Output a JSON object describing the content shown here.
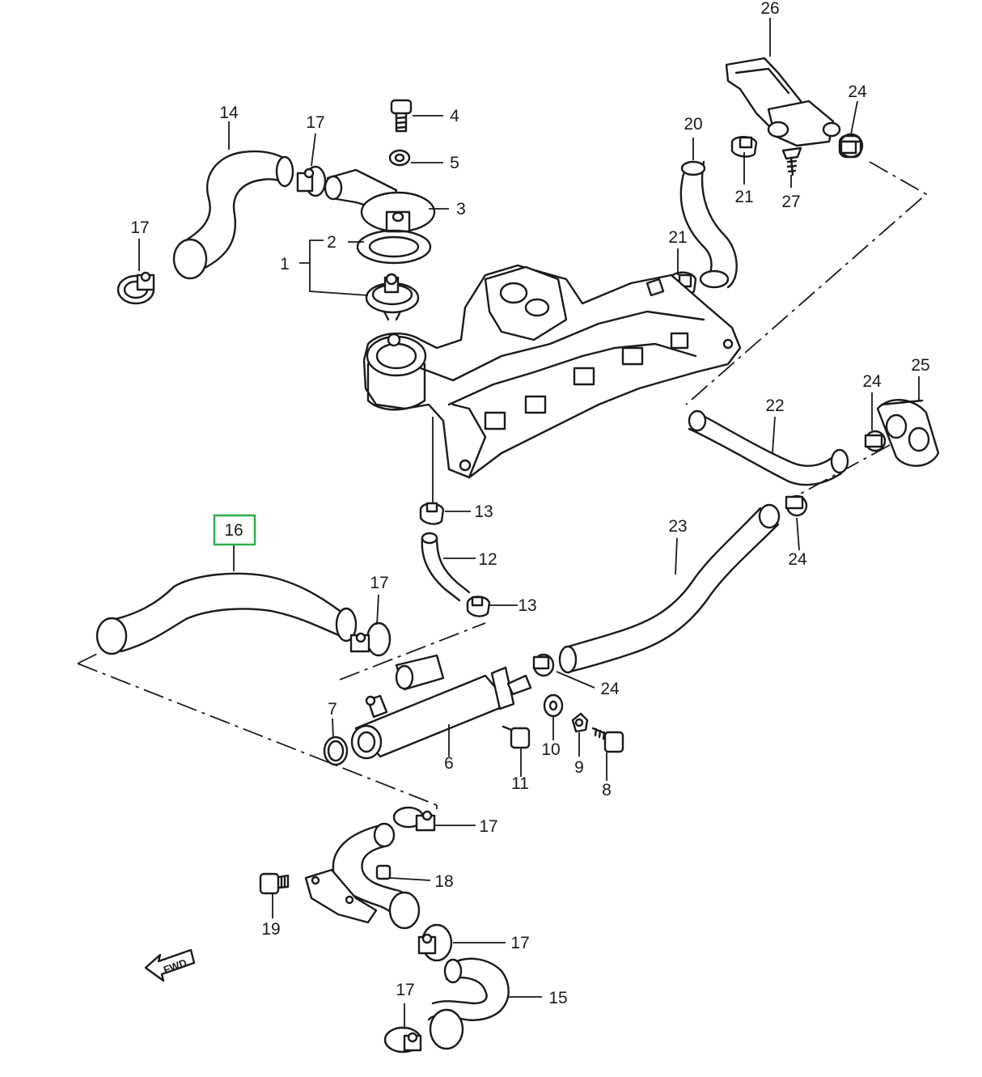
{
  "diagram": {
    "highlight_color": "#2eae4b",
    "highlighted_callout": "16",
    "callouts": {
      "c1": "1",
      "c2": "2",
      "c3": "3",
      "c4": "4",
      "c5": "5",
      "c6": "6",
      "c7": "7",
      "c8": "8",
      "c9": "9",
      "c10": "10",
      "c11": "11",
      "c12": "12",
      "c13a": "13",
      "c13b": "13",
      "c14": "14",
      "c15": "15",
      "c16": "16",
      "c17a": "17",
      "c17b": "17",
      "c17c": "17",
      "c17d": "17",
      "c17e": "17",
      "c17f": "17",
      "c18": "18",
      "c19": "19",
      "c20": "20",
      "c21a": "21",
      "c21b": "21",
      "c22": "22",
      "c23": "23",
      "c24a": "24",
      "c24b": "24",
      "c24c": "24",
      "c24d": "24",
      "c25": "25",
      "c26": "26",
      "c27": "27"
    },
    "fwd_label": "FWD"
  }
}
